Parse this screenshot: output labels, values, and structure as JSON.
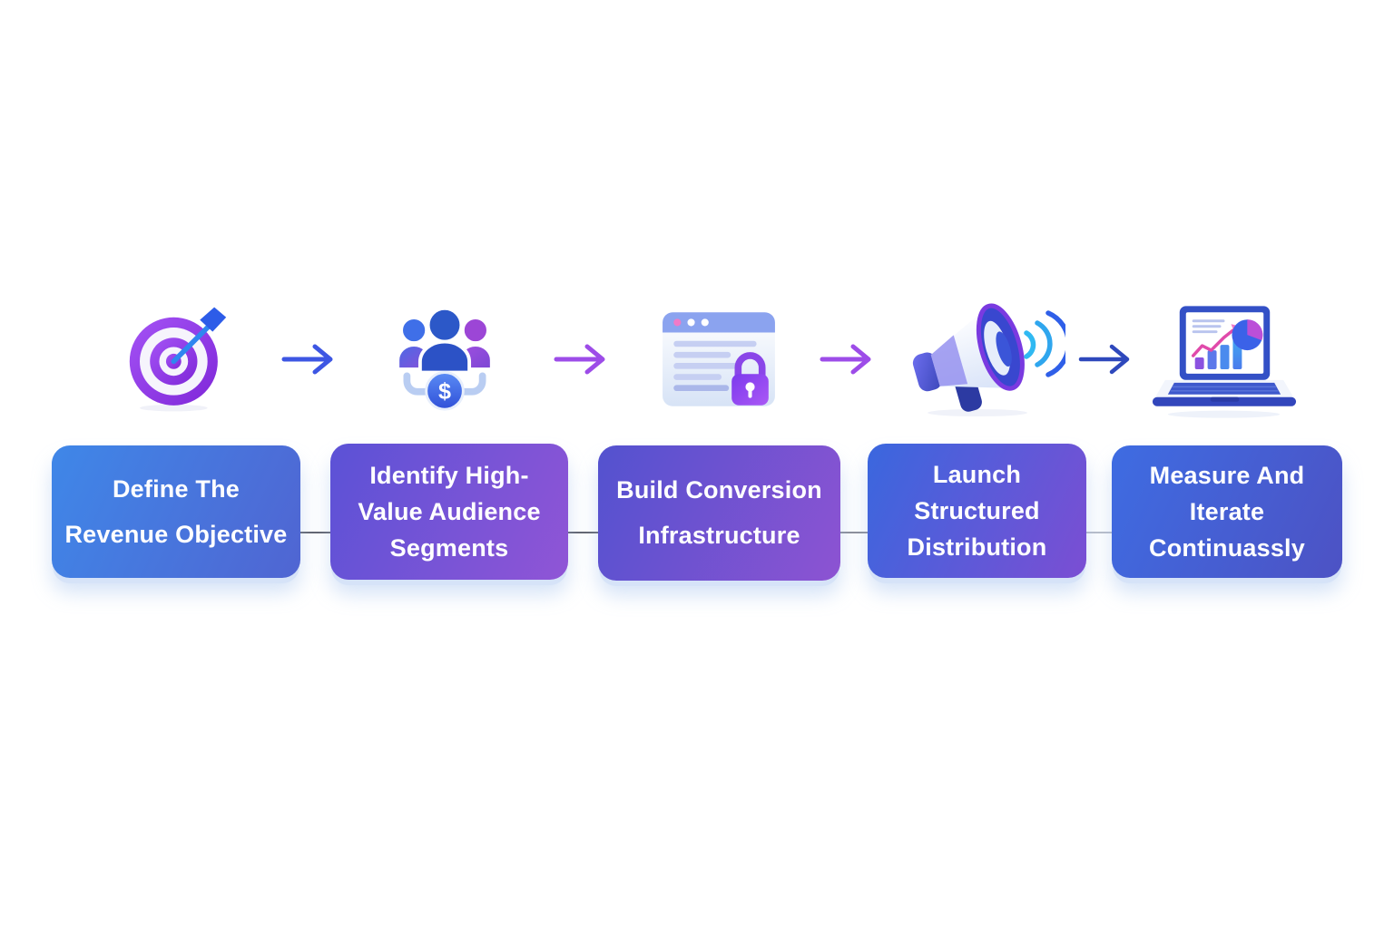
{
  "diagram": {
    "background": "#ffffff",
    "text_color": "#ffffff",
    "steps": [
      {
        "icon": "target-icon",
        "lines": [
          "Define The",
          "Revenue Objective"
        ],
        "box_gradient": [
          "#3f87e8",
          "#5065d2"
        ]
      },
      {
        "icon": "audience-dollar-icon",
        "dollar_sign": "$",
        "lines": [
          "Identify High-",
          "Value Audience",
          "Segments"
        ],
        "box_gradient": [
          "#5b52d6",
          "#9055d6"
        ]
      },
      {
        "icon": "browser-lock-icon",
        "lines": [
          "Build Conversion",
          "Infrastructure"
        ],
        "box_gradient": [
          "#5352cf",
          "#8d53d2"
        ]
      },
      {
        "icon": "megaphone-icon",
        "lines": [
          "Launch",
          "Structured",
          "Distribution"
        ],
        "box_gradient": [
          "#3a67de",
          "#7b4ed3"
        ]
      },
      {
        "icon": "laptop-analytics-icon",
        "lines": [
          "Measure And",
          "Iterate",
          "Continuassly"
        ],
        "box_gradient": [
          "#3e6ce2",
          "#4d52c4"
        ]
      }
    ],
    "arrows": [
      {
        "color": "#3d56e3"
      },
      {
        "color": "#9d4ce8"
      },
      {
        "color": "#9d4ce8"
      },
      {
        "color": "#2e48bc"
      }
    ],
    "connector_colors": [
      "#62646e",
      "#62646e",
      "#8c8e98",
      "#b9bdc8"
    ]
  }
}
